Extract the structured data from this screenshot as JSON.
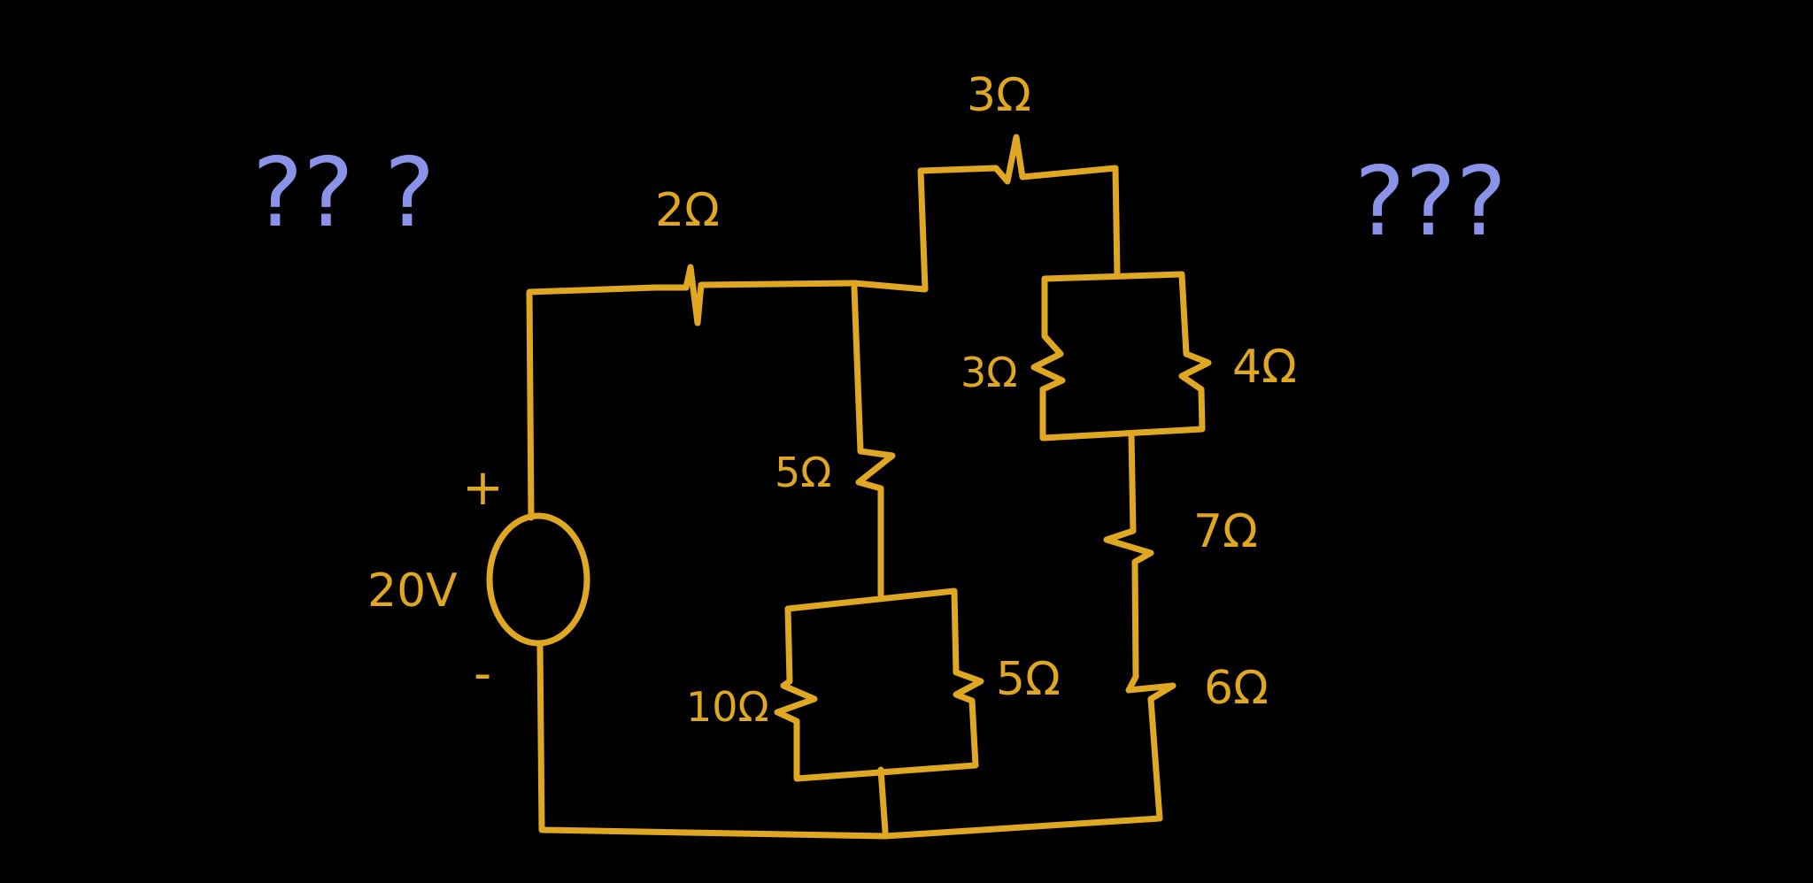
{
  "colors": {
    "background": "#000000",
    "circuit": "#E0A722",
    "question_marks": "#8A93E8"
  },
  "source": {
    "voltage_label": "20V",
    "plus_sign": "+",
    "minus_sign": "-"
  },
  "resistors": {
    "r_top_left": "2Ω",
    "r_top": "3Ω",
    "r_middle_vertical": "5Ω",
    "r_parallel_upper_left": "3Ω",
    "r_parallel_upper_right": "4Ω",
    "r_series_right_1": "7Ω",
    "r_series_right_2": "6Ω",
    "r_parallel_lower_left": "10Ω",
    "r_parallel_lower_right": "5Ω"
  },
  "annotations": {
    "left_question_marks": "?? ?",
    "right_question_marks": "???"
  }
}
